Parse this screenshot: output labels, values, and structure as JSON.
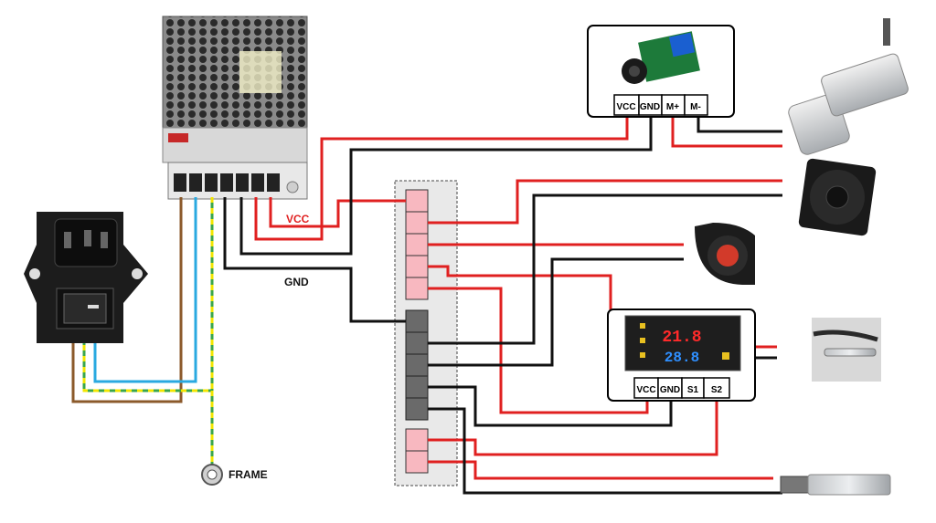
{
  "labels": {
    "vcc_main": "VCC",
    "gnd_main": "GND",
    "frame": "FRAME"
  },
  "pwm_controller": {
    "terminals": [
      "VCC",
      "GND",
      "M+",
      "M-"
    ]
  },
  "thermostat": {
    "display_top": "21.8",
    "display_bottom": "28.8",
    "terminals": [
      "VCC",
      "GND",
      "S1",
      "S2"
    ]
  },
  "colors": {
    "positive_wire": "#e02020",
    "negative_wire": "#111111",
    "live_wire": "#8b5a2b",
    "neutral_wire": "#29a9e0",
    "earth_wire_a": "#f2e600",
    "earth_wire_b": "#3aa64a",
    "vcc_label": "#e02020",
    "red_terminal": "#f8b8c0",
    "black_terminal": "#6a6a6a"
  },
  "icons": [
    "power-supply-icon",
    "iec-inlet-switch-icon",
    "pwm-motor-controller-icon",
    "worm-gear-motor-icon",
    "cooling-fan-icon",
    "blower-fan-icon",
    "thermostat-controller-icon",
    "temperature-probe-icon",
    "heater-cartridge-icon",
    "frame-ground-ring-icon"
  ]
}
